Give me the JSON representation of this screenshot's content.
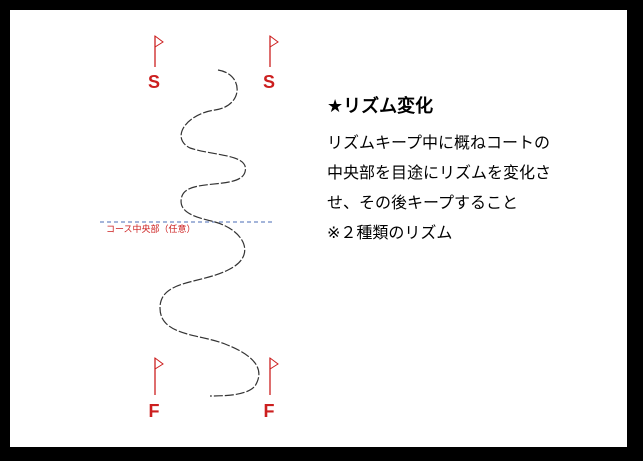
{
  "colors": {
    "flag": "#cc1f1f",
    "label": "#cc1f1f",
    "course_line": "#333333",
    "center_line": "#4a6bb5",
    "text": "#000000"
  },
  "flags": {
    "start_left": "S",
    "start_right": "S",
    "finish_left": "F",
    "finish_right": "F"
  },
  "course": {
    "center_label": "コース中央部（任意）"
  },
  "description": {
    "title": "★リズム変化",
    "lines": [
      "リズムキープ中に概ねコートの",
      "中央部を目途にリズムを変化さ",
      "せ、その後キープすること",
      "※２種類のリズム"
    ]
  }
}
